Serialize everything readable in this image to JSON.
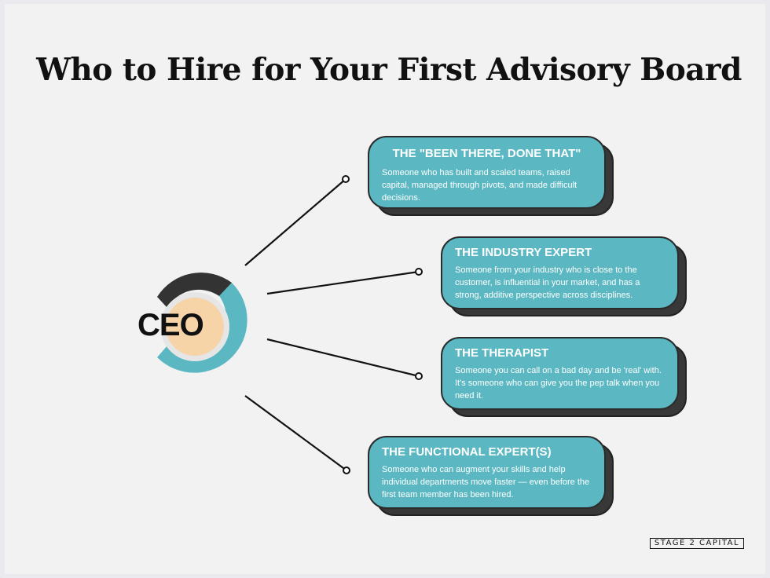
{
  "title": "Who to Hire for Your First Advisory Board",
  "center": {
    "label": "CEO"
  },
  "colors": {
    "teal": "#5bb8c2",
    "peach": "#f7d4a8",
    "dark": "#333333",
    "background": "#f2f2f2"
  },
  "advisors": [
    {
      "heading": "THE \"BEEN THERE, DONE THAT\"",
      "description": "Someone who has built and scaled teams, raised capital, managed through pivots, and made difficult decisions."
    },
    {
      "heading": "THE INDUSTRY EXPERT",
      "description": "Someone from your industry who is close to the customer, is influential in your market, and has a strong, additive perspective across disciplines."
    },
    {
      "heading": "THE THERAPIST",
      "description": "Someone you can call on a bad day and be 'real' with. It's someone who can give you the pep talk when you need it."
    },
    {
      "heading": "THE FUNCTIONAL EXPERT(S)",
      "description": "Someone who can augment your skills and help individual departments move faster — even before the first team member has been hired."
    }
  ],
  "brand": "STAGE 2 CAPITAL"
}
